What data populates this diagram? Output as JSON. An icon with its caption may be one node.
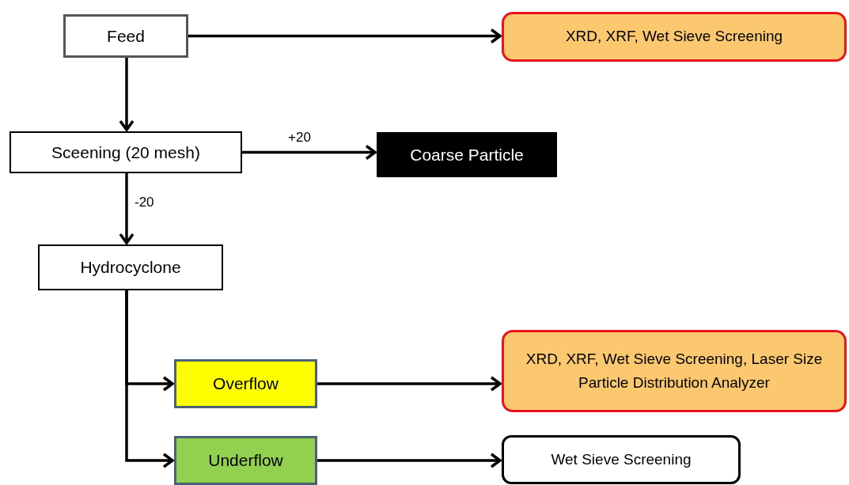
{
  "diagram": {
    "nodes": [
      {
        "text": [
          "Feed"
        ]
      },
      {
        "text": [
          "XRD, XRF, Wet Sieve Screening"
        ]
      },
      {
        "text": [
          "Sceening (20 mesh)"
        ]
      },
      {
        "text": [
          "Coarse Particle"
        ]
      },
      {
        "text": [
          "Hydrocyclone"
        ]
      },
      {
        "text": [
          "Overflow"
        ]
      },
      {
        "text": [
          "XRD, XRF, Wet Sieve Screening, Laser Size Particle Distribution Analyzer"
        ]
      },
      {
        "text": [
          "Underflow"
        ]
      },
      {
        "text": [
          "Wet Sieve Screening"
        ]
      }
    ],
    "edges": [
      {
        "from": 0,
        "to": 1,
        "arrow": "to"
      },
      {
        "from": 0,
        "to": 2,
        "arrow": "to"
      },
      {
        "from": 2,
        "to": 3,
        "arrow": "to",
        "label": "+20"
      },
      {
        "from": 2,
        "to": 4,
        "arrow": "to",
        "label": "-20"
      },
      {
        "from": 4,
        "to": 5,
        "arrow": "to"
      },
      {
        "from": 4,
        "to": 7,
        "arrow": "to"
      },
      {
        "from": 5,
        "to": 6,
        "arrow": "to"
      },
      {
        "from": 7,
        "to": 8,
        "arrow": "to"
      }
    ]
  }
}
